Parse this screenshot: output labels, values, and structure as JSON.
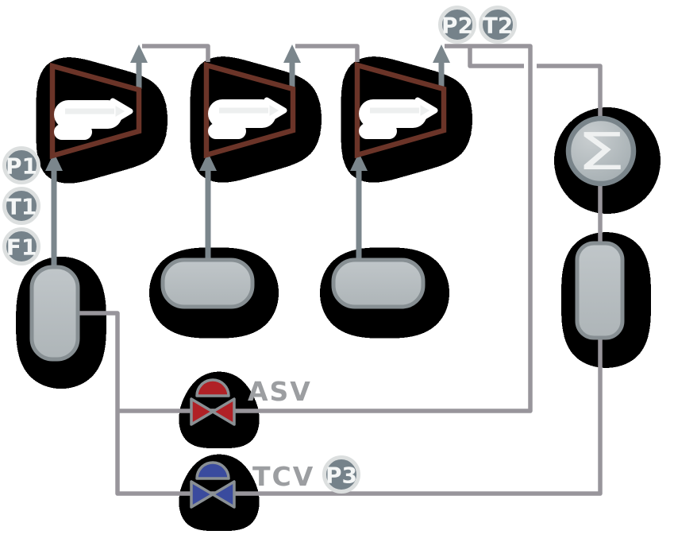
{
  "badges": {
    "p1": "P1",
    "t1": "T1",
    "f1": "F1",
    "p2": "P2",
    "t2": "T2",
    "p3": "P3"
  },
  "valves": {
    "asv": {
      "label": "ASV",
      "color": "#b02126"
    },
    "tcv": {
      "label": "TCV",
      "color": "#3a4b9e"
    }
  },
  "summator": {
    "symbol": "Σ"
  },
  "colors": {
    "pipe": "#98959b",
    "arrow_stub": "#7b868c",
    "compressor_outline": "#6b3428",
    "compressor_arrow": "#edefef",
    "vessel_fill": "#b7bdc0",
    "vessel_stroke": "#878f93",
    "badge_fill": "#75828a",
    "badge_ring": "#dcdfdf",
    "badge_text": "#f4f6f6",
    "label_text": "#9c9ea1",
    "valve_outline": "#8a9094",
    "sigma_text": "#eff1f1",
    "shadow": "#000000"
  }
}
